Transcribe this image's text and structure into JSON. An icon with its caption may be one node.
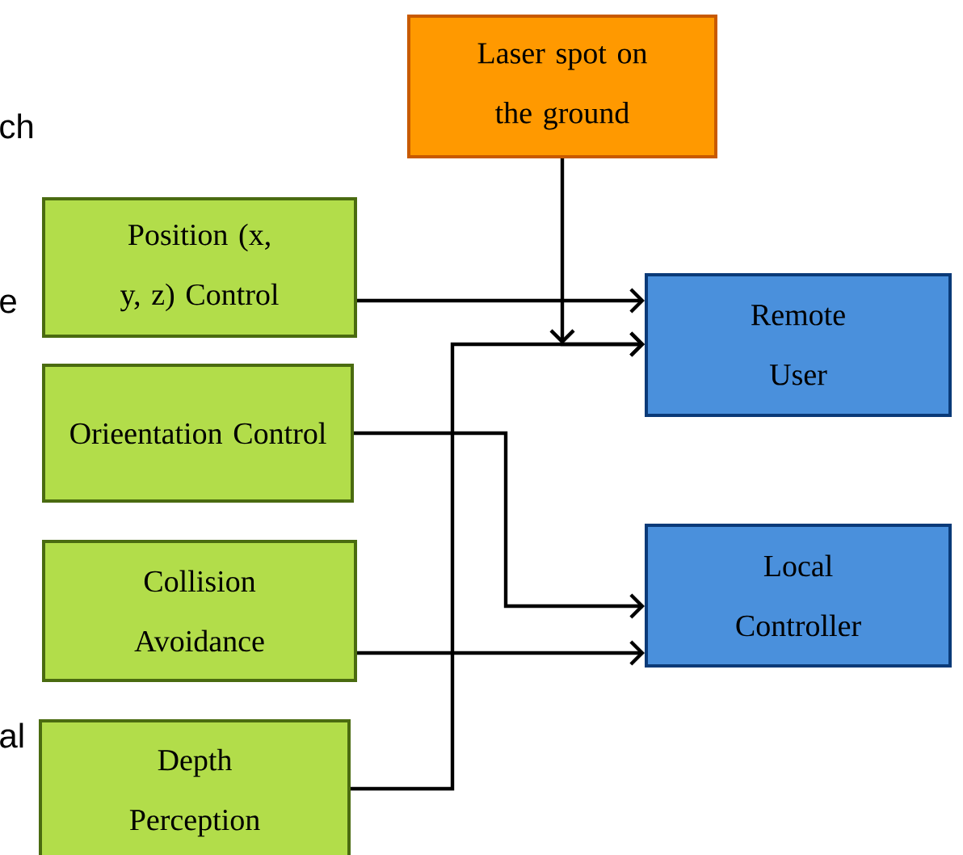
{
  "diagram": {
    "nodes": [
      {
        "text": [
          "Laser spot on the ground"
        ]
      },
      {
        "text": [
          "Position (x, y, z) Control"
        ]
      },
      {
        "text": [
          "Remote User"
        ]
      },
      {
        "text": [
          "Orieentation Control"
        ]
      },
      {
        "text": [
          "Local Controller"
        ]
      },
      {
        "text": [
          "Collision Avoidance"
        ]
      },
      {
        "text": [
          "Depth Perception"
        ]
      }
    ],
    "edges": [
      {
        "from": 0,
        "to": 2,
        "arrow": "to"
      },
      {
        "from": 1,
        "to": 2,
        "arrow": "to"
      },
      {
        "from": 3,
        "to": 4,
        "arrow": "to"
      },
      {
        "from": 5,
        "to": 4,
        "arrow": "to"
      },
      {
        "from": 6,
        "to": 2,
        "arrow": "to"
      }
    ],
    "labels": [
      "ch",
      "e",
      "al"
    ]
  }
}
